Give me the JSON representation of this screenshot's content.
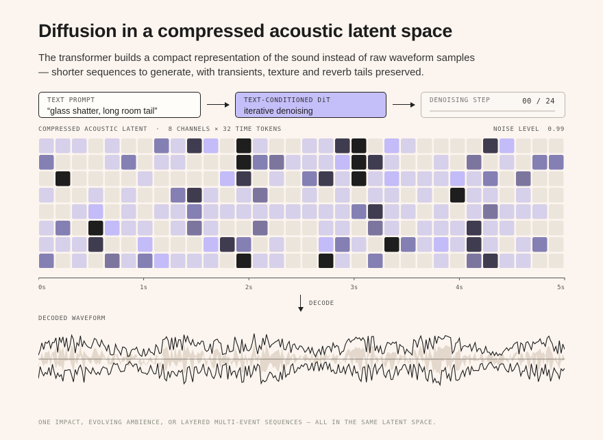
{
  "title": "Diffusion in a compressed acoustic latent space",
  "subtitle": "The transformer builds a compact representation of the sound instead of raw waveform samples — shorter sequences to generate, with transients, texture and reverb tails preserved.",
  "pipeline": {
    "prompt": {
      "label": "TEXT PROMPT",
      "value": "“glass shatter, long room tail”"
    },
    "model": {
      "label": "TEXT-CONDITIONED DiT",
      "value": "iterative denoising"
    },
    "step": {
      "label": "DENOISING STEP",
      "value": "00 / 24",
      "progress": 0
    }
  },
  "latent": {
    "caption": "COMPRESSED ACOUSTIC LATENT  ·  8 CHANNELS × 32 TIME TOKENS",
    "noise_label": "NOISE LEVEL  0.99",
    "channels": 8,
    "tokens": 32,
    "cells": [
      [
        1,
        1,
        1,
        0,
        1,
        0,
        0,
        3,
        1,
        5,
        2,
        0,
        6,
        1,
        0,
        0,
        1,
        1,
        5,
        6,
        0,
        2,
        1,
        0,
        0,
        0,
        0,
        5,
        2,
        0,
        0,
        0
      ],
      [
        3,
        0,
        0,
        0,
        1,
        3,
        0,
        1,
        1,
        0,
        0,
        0,
        6,
        3,
        4,
        1,
        1,
        1,
        2,
        6,
        5,
        1,
        0,
        0,
        1,
        0,
        4,
        0,
        1,
        0,
        3,
        3
      ],
      [
        0,
        6,
        0,
        0,
        0,
        0,
        1,
        0,
        0,
        0,
        0,
        2,
        5,
        0,
        1,
        0,
        3,
        5,
        1,
        6,
        1,
        2,
        1,
        1,
        1,
        2,
        1,
        3,
        0,
        4,
        0,
        0
      ],
      [
        1,
        0,
        0,
        1,
        0,
        1,
        0,
        0,
        3,
        5,
        1,
        0,
        1,
        4,
        0,
        0,
        1,
        0,
        1,
        0,
        1,
        1,
        0,
        1,
        0,
        6,
        1,
        1,
        0,
        1,
        0,
        0
      ],
      [
        0,
        0,
        1,
        2,
        0,
        1,
        0,
        1,
        1,
        3,
        1,
        1,
        1,
        1,
        1,
        1,
        1,
        1,
        1,
        3,
        5,
        1,
        1,
        0,
        1,
        0,
        1,
        4,
        1,
        1,
        1,
        0
      ],
      [
        1,
        3,
        0,
        6,
        2,
        1,
        1,
        0,
        1,
        4,
        1,
        0,
        0,
        4,
        0,
        0,
        0,
        1,
        1,
        0,
        4,
        1,
        0,
        1,
        1,
        1,
        5,
        1,
        1,
        0,
        0,
        0
      ],
      [
        1,
        1,
        1,
        5,
        0,
        0,
        2,
        0,
        0,
        0,
        2,
        5,
        3,
        0,
        1,
        0,
        0,
        2,
        3,
        1,
        0,
        6,
        3,
        1,
        2,
        1,
        5,
        1,
        0,
        1,
        3,
        0
      ],
      [
        3,
        0,
        1,
        0,
        4,
        1,
        3,
        2,
        1,
        1,
        1,
        0,
        6,
        1,
        1,
        0,
        0,
        6,
        1,
        0,
        3,
        0,
        0,
        0,
        1,
        0,
        4,
        5,
        1,
        1,
        0,
        0
      ]
    ],
    "palette": [
      "#ece5dc",
      "#d6d0ea",
      "#c3bcf8",
      "#8480b4",
      "#7c769f",
      "#403c50",
      "#1e1e1e"
    ],
    "axis_ticks": [
      "0s",
      "1s",
      "2s",
      "3s",
      "4s",
      "5s"
    ]
  },
  "decode_label": "DECODE",
  "waveform": {
    "caption": "DECODED WAVEFORM",
    "fill": "#e3d8cb"
  },
  "footer": "ONE IMPACT, EVOLVING AMBIENCE, OR LAYERED MULTI-EVENT SEQUENCES — ALL IN THE SAME LATENT SPACE."
}
